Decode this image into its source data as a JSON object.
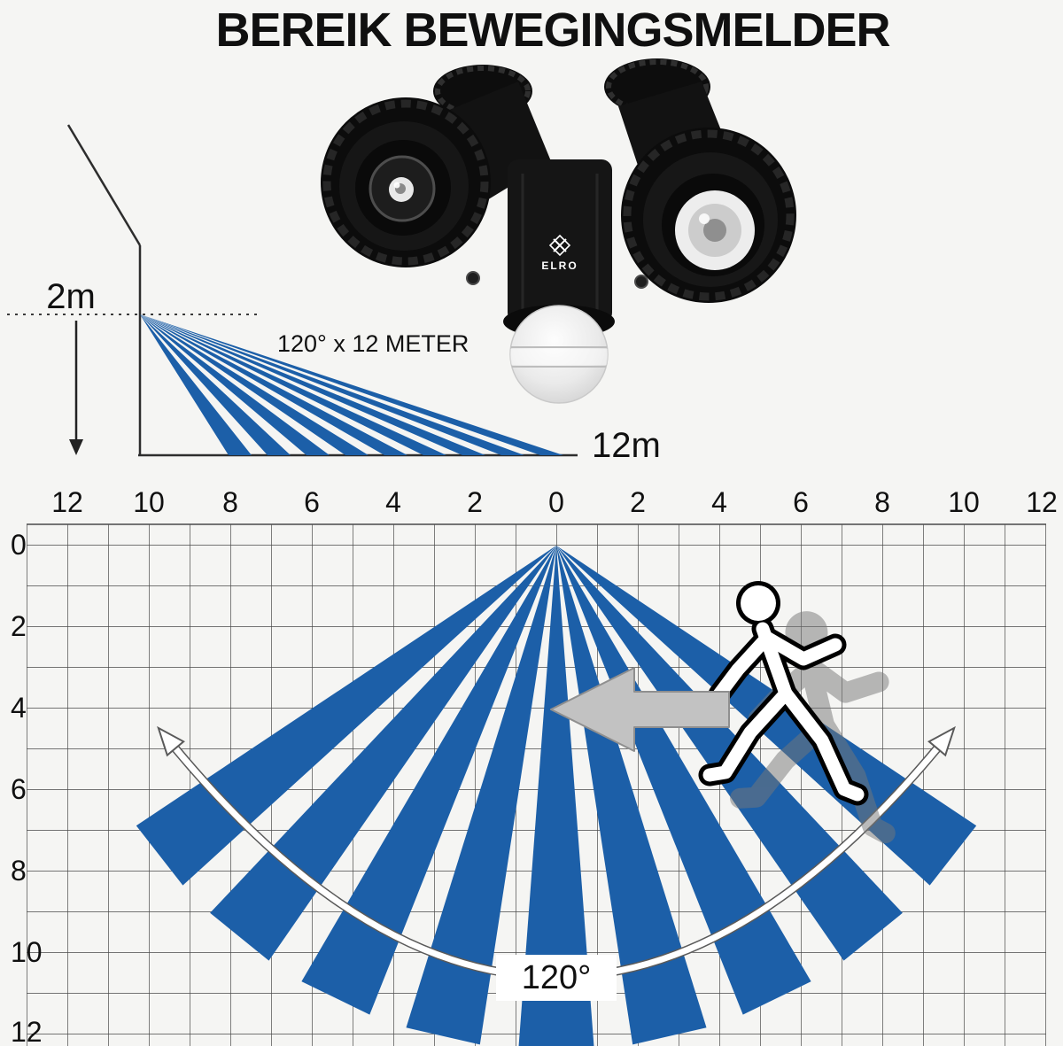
{
  "title": "BEREIK BEWEGINGSMELDER",
  "product": {
    "brand": "ELRO"
  },
  "side_view": {
    "height_label": "2m",
    "coverage_label": "120° x 12 METER",
    "distance_label": "12m"
  },
  "top_view": {
    "x_labels": [
      "12",
      "10",
      "8",
      "6",
      "4",
      "2",
      "0",
      "2",
      "4",
      "6",
      "8",
      "10",
      "12"
    ],
    "y_labels": [
      "0",
      "2",
      "4",
      "6",
      "8",
      "10",
      "12"
    ],
    "angle_label": "120°"
  },
  "colors": {
    "beam": "#1c5fa8",
    "grid_line": "#4a4a4a",
    "arrow_fill": "#c2c2c2",
    "background": "#f5f5f3",
    "text": "#101010"
  }
}
